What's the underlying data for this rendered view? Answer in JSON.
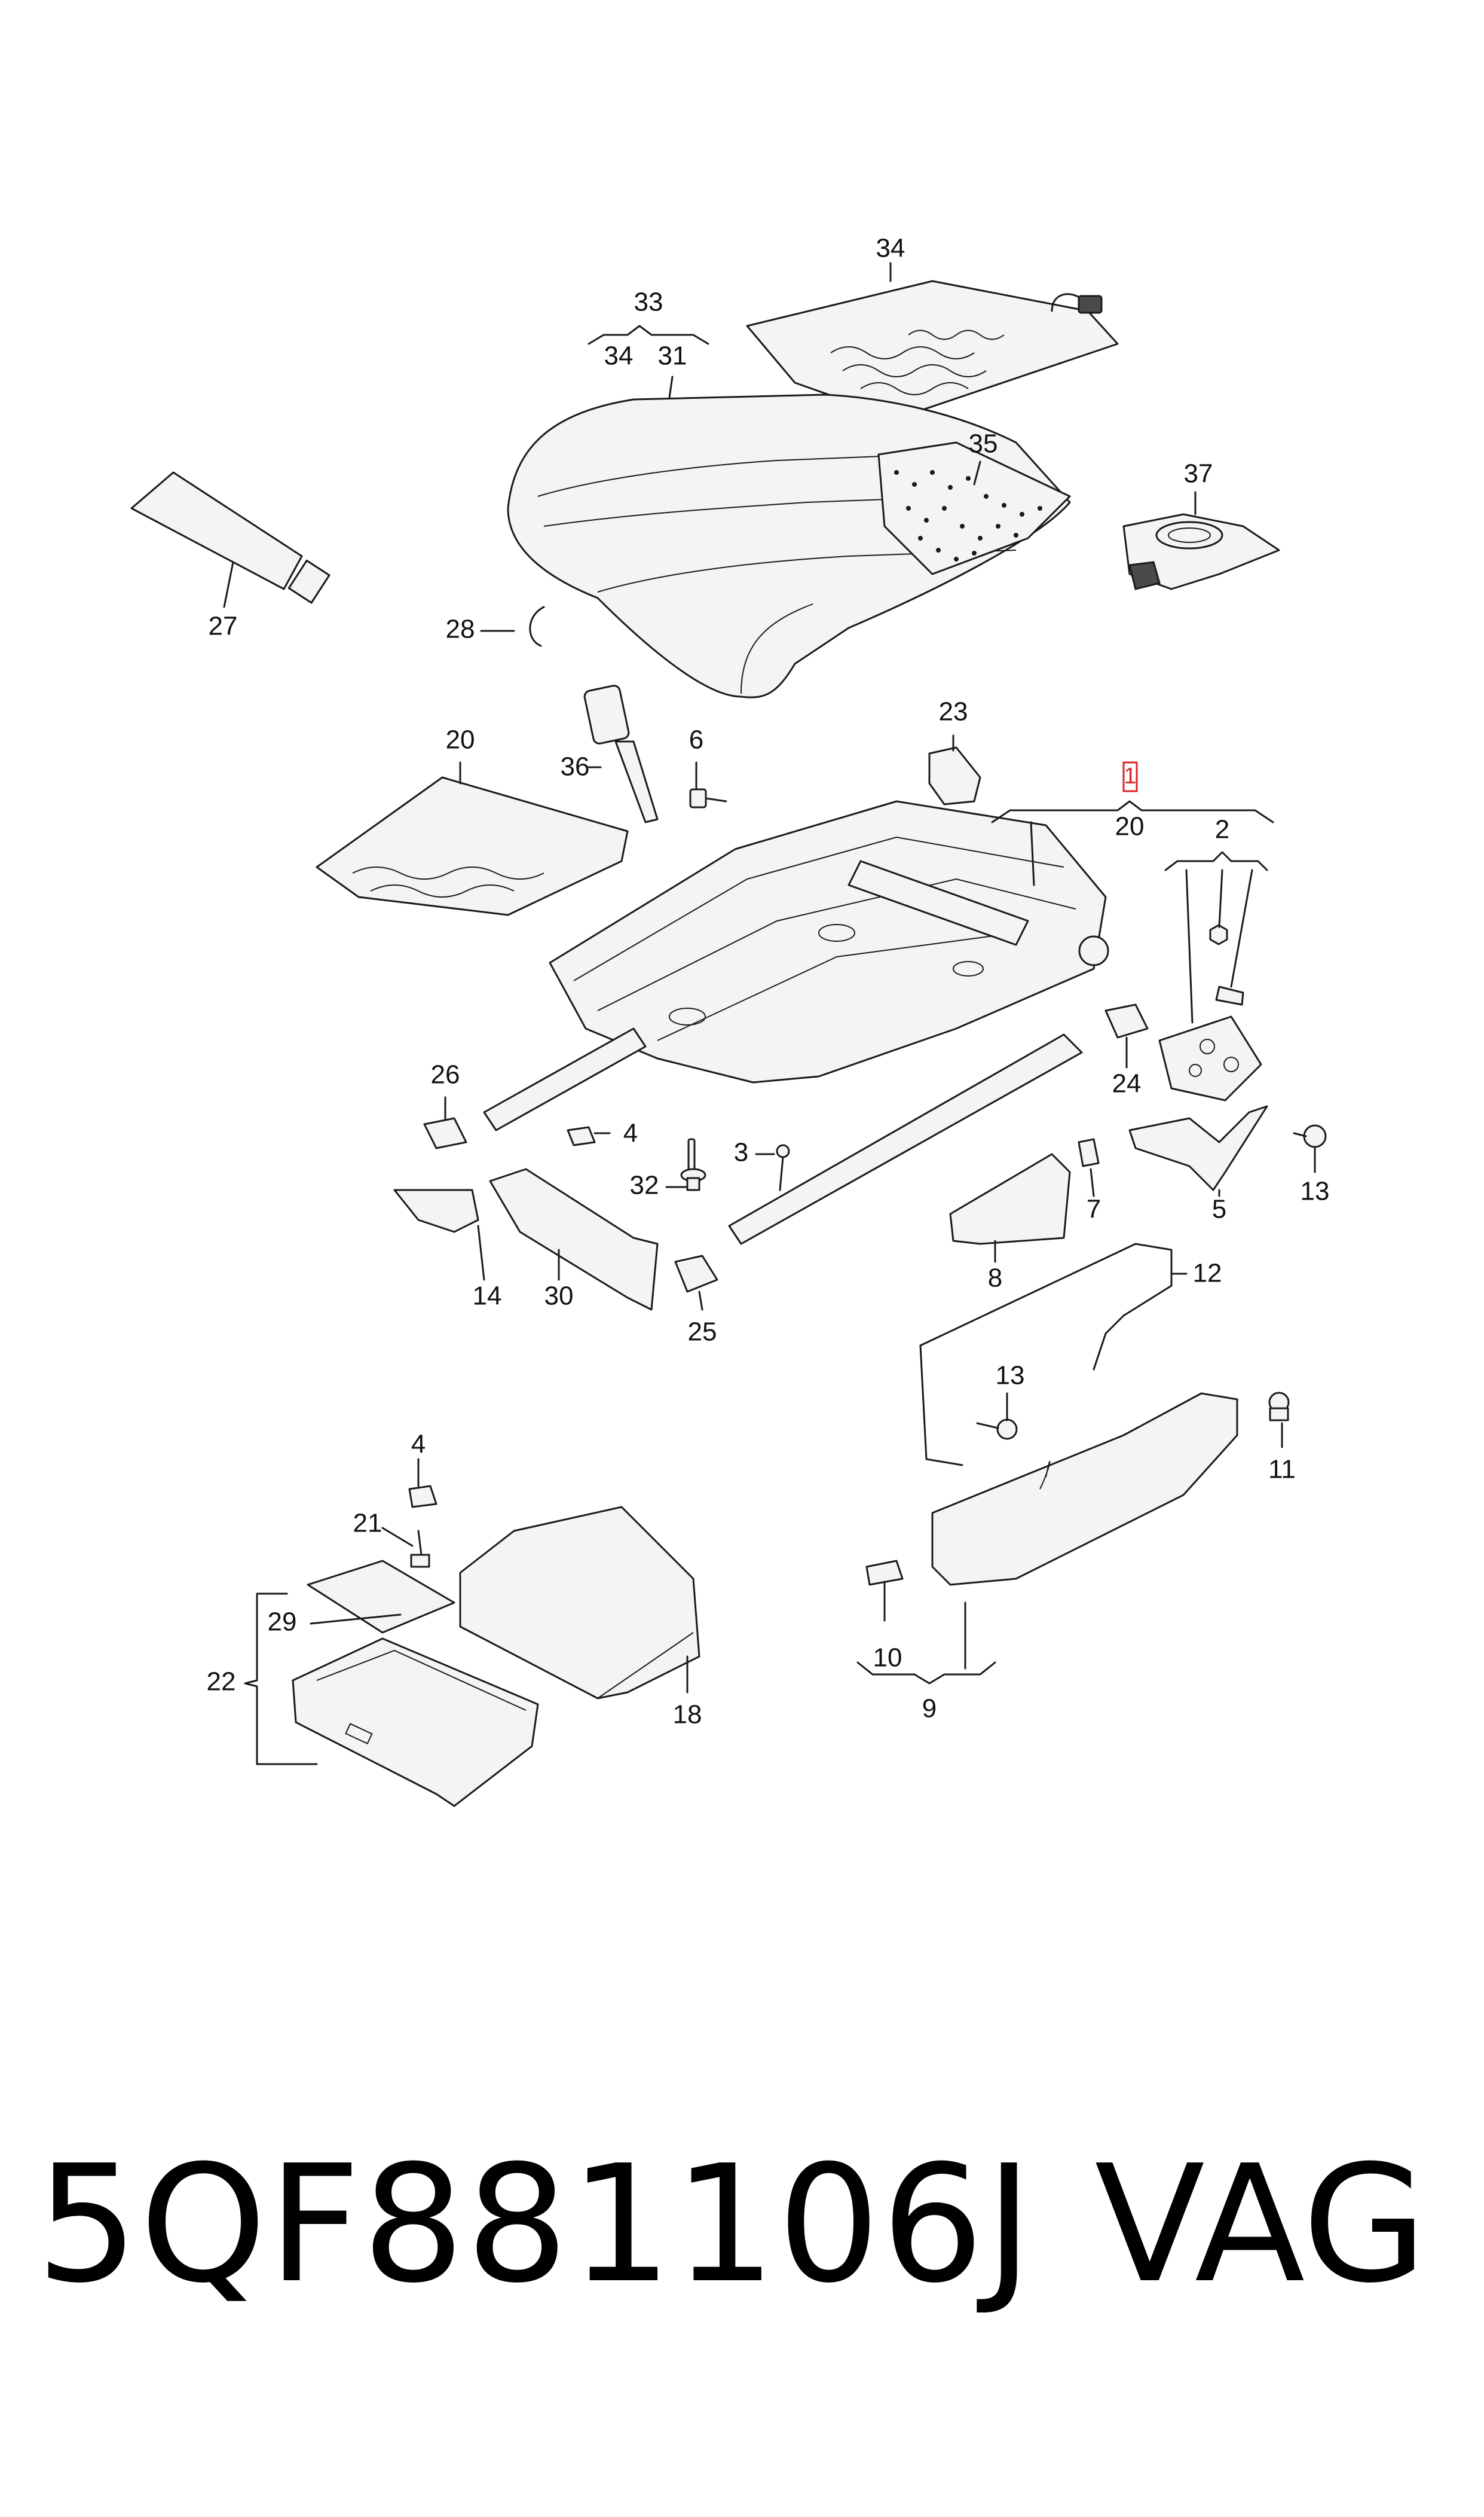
{
  "diagram": {
    "callouts": [
      "34",
      "33",
      "34",
      "31",
      "35",
      "37",
      "27",
      "28",
      "20",
      "36",
      "6",
      "23",
      "1",
      "20",
      "2",
      "26",
      "4",
      "3",
      "32",
      "24",
      "13",
      "14",
      "30",
      "25",
      "8",
      "7",
      "5",
      "12",
      "13",
      "11",
      "4",
      "21",
      "29",
      "22",
      "18",
      "10",
      "9"
    ],
    "highlighted": {
      "label": "1",
      "color": "#d9262c"
    }
  },
  "footer": {
    "part_number": "5QF881106J",
    "brand": "VAG"
  }
}
